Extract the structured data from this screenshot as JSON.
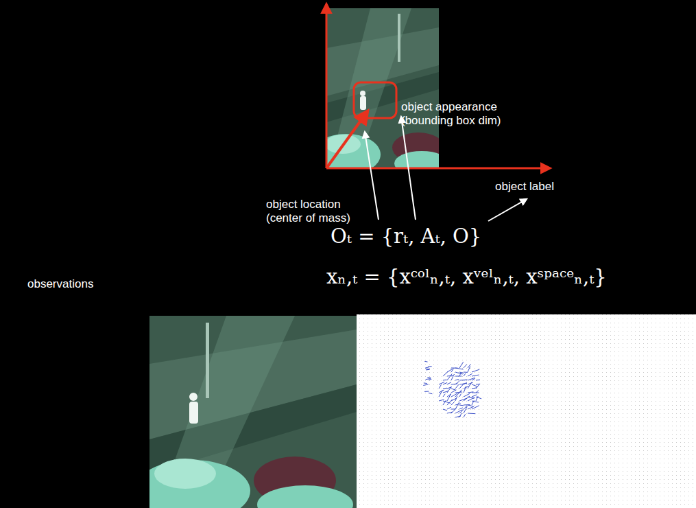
{
  "diagram": {
    "labels": [
      "object appearance (bounding box dim)",
      "object label",
      "object location (center of mass)",
      "Oₜ = {rₜ, Aₜ, O}",
      "observations",
      "xₙ,ₜ = {xᶜᵒˡₙ,ₜ, xᵛᵉˡₙ,ₜ, xˢᵖᵃᶜᵉₙ,ₜ}"
    ]
  }
}
